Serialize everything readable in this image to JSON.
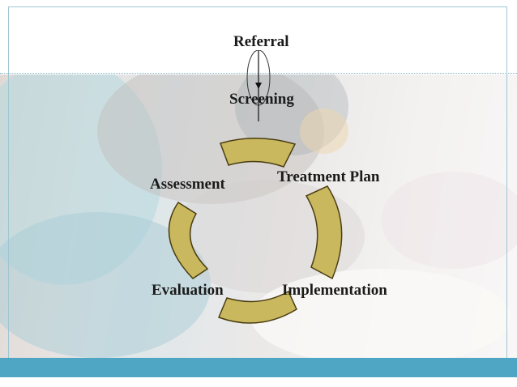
{
  "diagram": {
    "top_label": "Referral",
    "second_label": "Screening",
    "cycle": {
      "stage_top_left": "Assessment",
      "stage_top_right": "Treatment Plan",
      "stage_bottom_left": "Evaluation",
      "stage_bottom_right": "Implementation"
    }
  },
  "colors": {
    "segment_fill": "#c9b85e",
    "segment_stroke": "#4a3d12",
    "bottom_bar": "#4fa6c4",
    "frame_border": "#9fc6d2"
  }
}
